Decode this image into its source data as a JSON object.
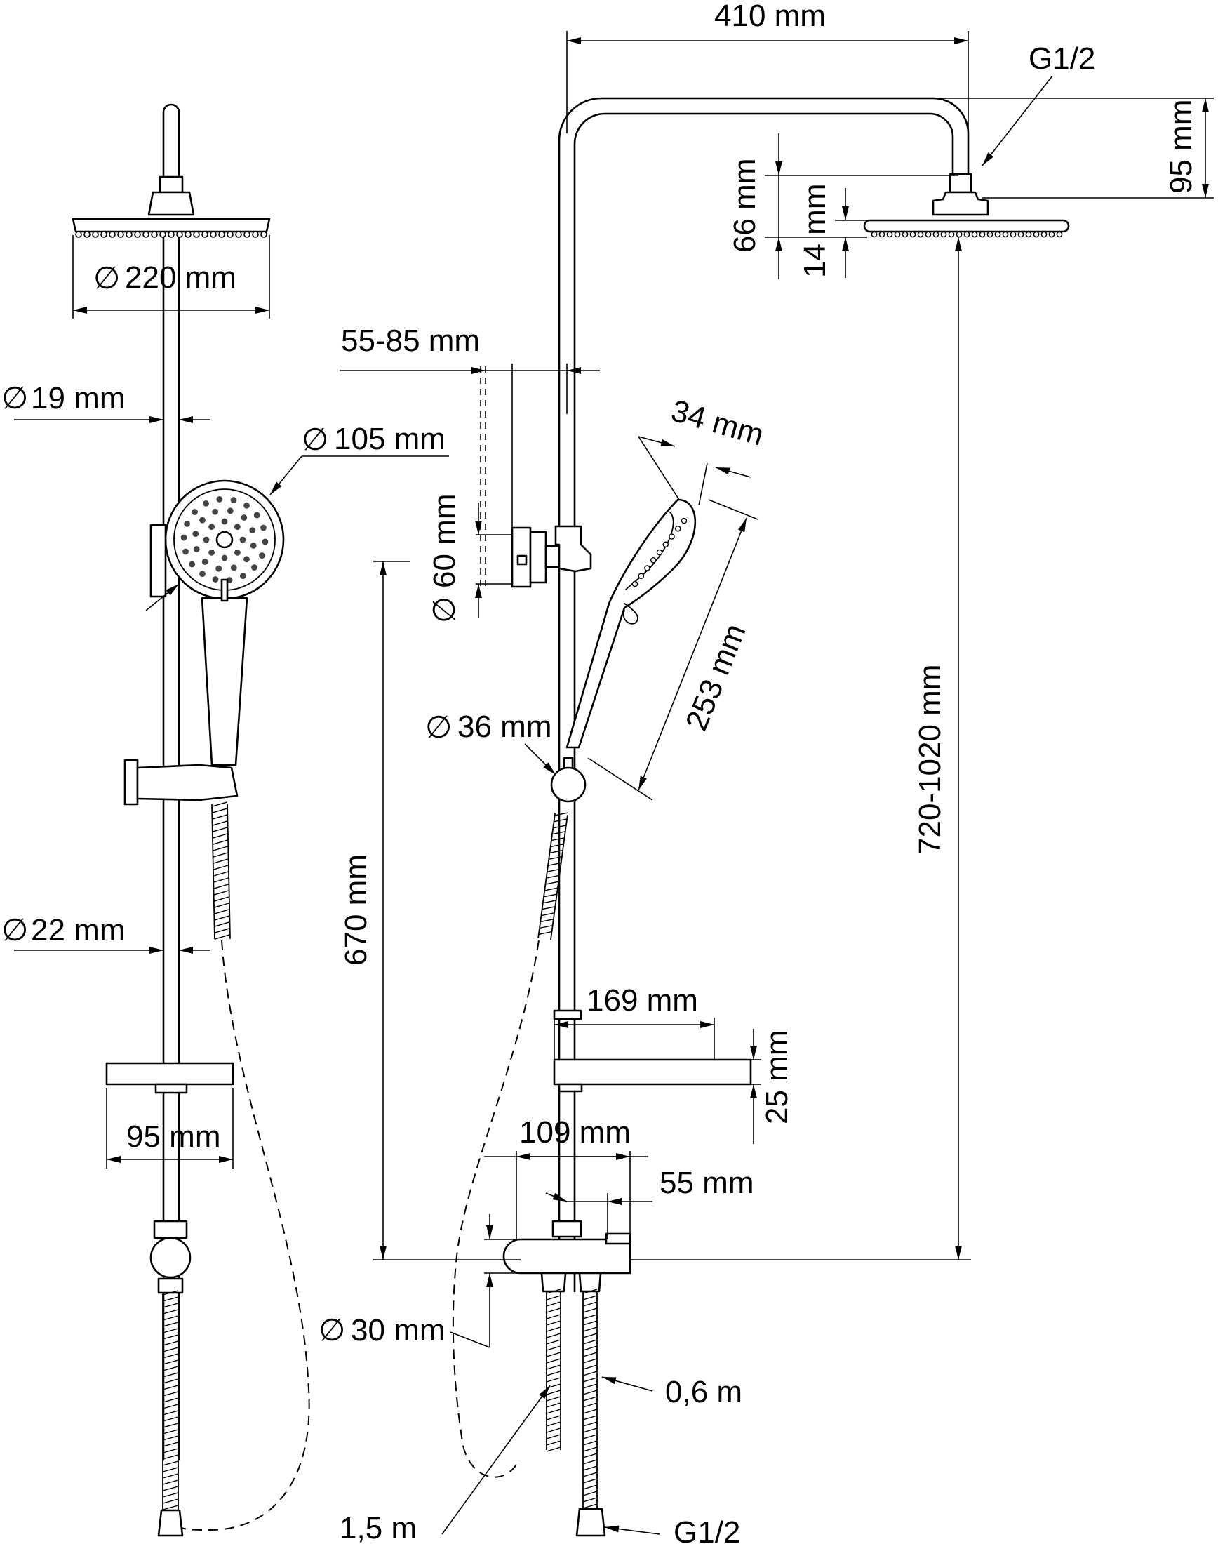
{
  "dimensions": {
    "head_diameter": "220 mm",
    "riser_diameter": "19 mm",
    "hand_diameter": "105 mm",
    "rail_diameter": "22 mm",
    "shelf_depth_front": "95 mm",
    "width": "410 mm",
    "thread_top": "G1/2",
    "arm_drop": "95 mm",
    "head_offset": "66 mm",
    "head_thickness": "14 mm",
    "wall_distance": "55-85 mm",
    "bracket_diameter": "60 mm",
    "hand_width": "34 mm",
    "hand_length": "253 mm",
    "diverter_diameter": "36 mm",
    "total_height": "720-1020 mm",
    "mixer_height": "670 mm",
    "shelf_length": "169 mm",
    "shelf_height": "25 mm",
    "mixer_width": "109 mm",
    "mixer_offset": "55 mm",
    "mixer_diameter": "30 mm",
    "hose_short": "0,6 m",
    "hose_long": "1,5 m",
    "thread_bottom": "G1/2"
  },
  "diameter_symbol": "∅"
}
